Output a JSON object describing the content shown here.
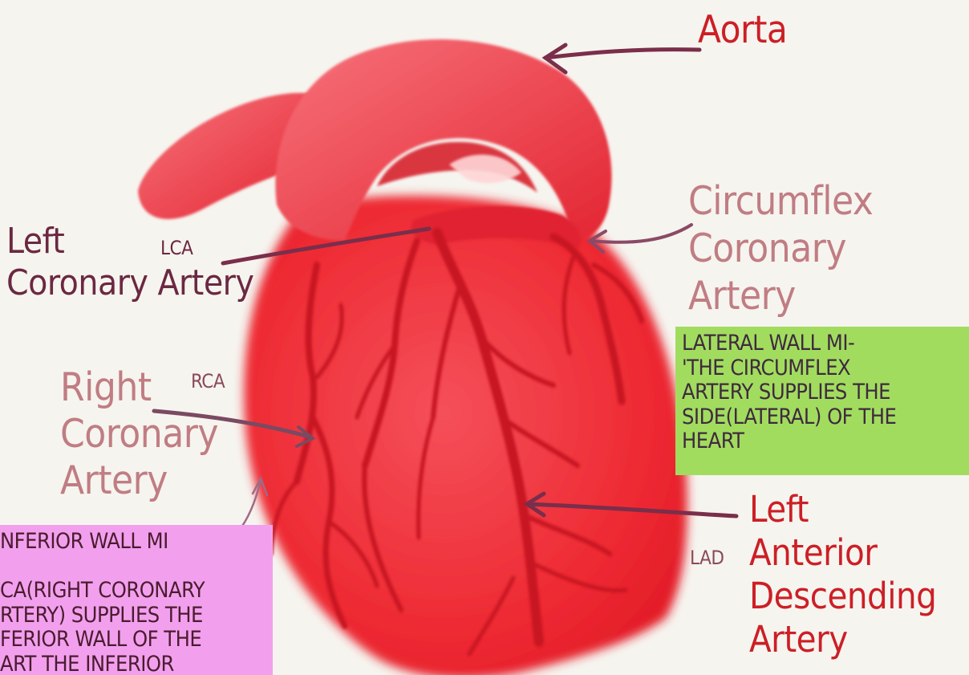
{
  "labels": {
    "aorta": "Aorta",
    "left_coronary": "Left\nCoronary Artery",
    "lca": "LCA",
    "circumflex": "Circumflex\nCoronary\nArtery",
    "right_coronary": "Right\nCoronary\nArtery",
    "rca": "RCA",
    "lad": "LAD",
    "left_anterior_descending": "Left\nAnterior\nDescending\nArtery"
  },
  "notes": {
    "lateral": "LATERAL WALL MI-\n'THE CIRCUMFLEX\nARTERY SUPPLIES THE\nSIDE(LATERAL) OF THE\nHEART",
    "inferior": "NFERIOR WALL MI\n\nCA(RIGHT CORONARY\nRTERY) SUPPLIES THE\nFERIOR WALL OF THE\nART THE INFERIOR"
  },
  "colors": {
    "heart": "#ef2b33",
    "artery": "#c81624",
    "label_dark": "#6b2842",
    "label_rose": "#c07d83",
    "label_red": "#cc1f26",
    "arrow": "#7a2e4a",
    "lateral_box": "#a2dc5f",
    "inferior_box": "#f2a0ee"
  }
}
